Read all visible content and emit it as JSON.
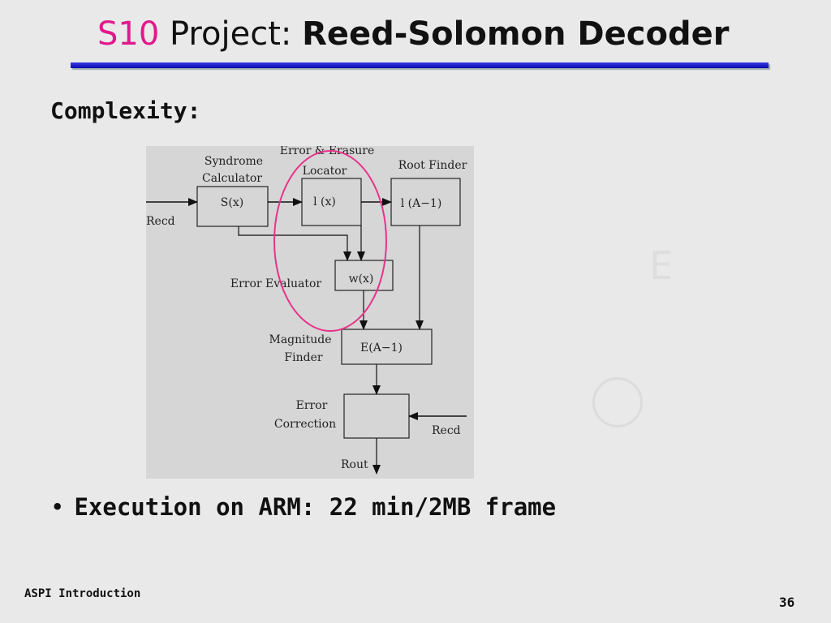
{
  "title": {
    "code": "S10",
    "project": "Project:",
    "name": "Reed-Solomon Decoder"
  },
  "heading": "Complexity:",
  "diagram": {
    "syndrome_label_1": "Syndrome",
    "syndrome_label_2": "Calculator",
    "syndrome_box": "S(x)",
    "locator_label_1": "Error & Erasure",
    "locator_label_2": "Locator",
    "locator_box": "l (x)",
    "root_label": "Root Finder",
    "root_box": "l (A−1)",
    "evaluator_label": "Error Evaluator",
    "evaluator_box": "w(x)",
    "magnitude_label_1": "Magnitude",
    "magnitude_label_2": "Finder",
    "magnitude_box": "E(A−1)",
    "correction_label_1": "Error",
    "correction_label_2": "Correction",
    "recd_in": "Recd",
    "recd_side": "Recd",
    "rout": "Rout",
    "highlight_color": "#e8338a"
  },
  "bullet": {
    "symbol": "•",
    "text": "Execution on ARM: 22 min/2MB frame"
  },
  "footer": {
    "left": "ASPI Introduction",
    "page": "36"
  },
  "colors": {
    "accent_pink": "#e0198c",
    "rule_blue": "#0a0ab0"
  }
}
